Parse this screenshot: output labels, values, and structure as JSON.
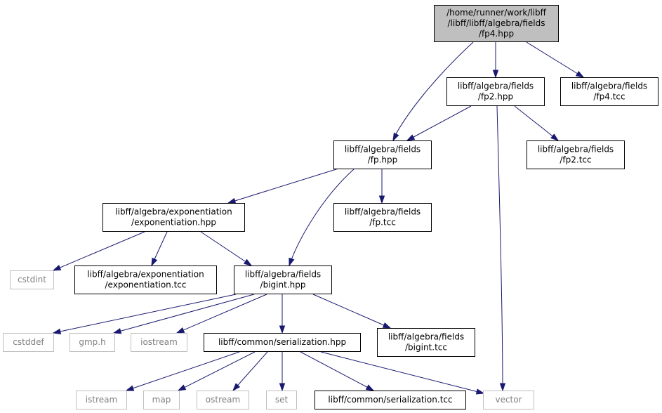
{
  "graph": {
    "nodes": [
      {
        "id": "fp4_hpp",
        "lines": [
          "/home/runner/work/libff",
          "/libff/libff/algebra/fields",
          "/fp4.hpp"
        ],
        "kind": "root"
      },
      {
        "id": "fp2_hpp",
        "lines": [
          "libff/algebra/fields",
          "/fp2.hpp"
        ],
        "kind": "file"
      },
      {
        "id": "fp4_tcc",
        "lines": [
          "libff/algebra/fields",
          "/fp4.tcc"
        ],
        "kind": "file"
      },
      {
        "id": "fp_hpp",
        "lines": [
          "libff/algebra/fields",
          "/fp.hpp"
        ],
        "kind": "file"
      },
      {
        "id": "fp2_tcc",
        "lines": [
          "libff/algebra/fields",
          "/fp2.tcc"
        ],
        "kind": "file"
      },
      {
        "id": "exp_hpp",
        "lines": [
          "libff/algebra/exponentiation",
          "/exponentiation.hpp"
        ],
        "kind": "file"
      },
      {
        "id": "fp_tcc",
        "lines": [
          "libff/algebra/fields",
          "/fp.tcc"
        ],
        "kind": "file"
      },
      {
        "id": "cstdint",
        "lines": [
          "cstdint"
        ],
        "kind": "sys"
      },
      {
        "id": "exp_tcc",
        "lines": [
          "libff/algebra/exponentiation",
          "/exponentiation.tcc"
        ],
        "kind": "file"
      },
      {
        "id": "bigint_hpp",
        "lines": [
          "libff/algebra/fields",
          "/bigint.hpp"
        ],
        "kind": "file"
      },
      {
        "id": "cstddef",
        "lines": [
          "cstddef"
        ],
        "kind": "sys"
      },
      {
        "id": "gmp_h",
        "lines": [
          "gmp.h"
        ],
        "kind": "sys"
      },
      {
        "id": "iostream",
        "lines": [
          "iostream"
        ],
        "kind": "sys"
      },
      {
        "id": "ser_hpp",
        "lines": [
          "libff/common/serialization.hpp"
        ],
        "kind": "file"
      },
      {
        "id": "bigint_tcc",
        "lines": [
          "libff/algebra/fields",
          "/bigint.tcc"
        ],
        "kind": "file"
      },
      {
        "id": "istream",
        "lines": [
          "istream"
        ],
        "kind": "sys"
      },
      {
        "id": "map",
        "lines": [
          "map"
        ],
        "kind": "sys"
      },
      {
        "id": "ostream",
        "lines": [
          "ostream"
        ],
        "kind": "sys"
      },
      {
        "id": "set",
        "lines": [
          "set"
        ],
        "kind": "sys"
      },
      {
        "id": "ser_tcc",
        "lines": [
          "libff/common/serialization.tcc"
        ],
        "kind": "file"
      },
      {
        "id": "vector",
        "lines": [
          "vector"
        ],
        "kind": "sys"
      }
    ],
    "edges": [
      {
        "from": "fp4_hpp",
        "to": "fp_hpp"
      },
      {
        "from": "fp4_hpp",
        "to": "fp2_hpp"
      },
      {
        "from": "fp4_hpp",
        "to": "fp4_tcc"
      },
      {
        "from": "fp2_hpp",
        "to": "fp_hpp"
      },
      {
        "from": "fp2_hpp",
        "to": "fp2_tcc"
      },
      {
        "from": "fp2_hpp",
        "to": "vector"
      },
      {
        "from": "fp_hpp",
        "to": "exp_hpp"
      },
      {
        "from": "fp_hpp",
        "to": "fp_tcc"
      },
      {
        "from": "fp_hpp",
        "to": "bigint_hpp"
      },
      {
        "from": "exp_hpp",
        "to": "cstdint"
      },
      {
        "from": "exp_hpp",
        "to": "exp_tcc"
      },
      {
        "from": "exp_hpp",
        "to": "bigint_hpp"
      },
      {
        "from": "bigint_hpp",
        "to": "cstddef"
      },
      {
        "from": "bigint_hpp",
        "to": "gmp_h"
      },
      {
        "from": "bigint_hpp",
        "to": "iostream"
      },
      {
        "from": "bigint_hpp",
        "to": "ser_hpp"
      },
      {
        "from": "bigint_hpp",
        "to": "bigint_tcc"
      },
      {
        "from": "ser_hpp",
        "to": "istream"
      },
      {
        "from": "ser_hpp",
        "to": "map"
      },
      {
        "from": "ser_hpp",
        "to": "ostream"
      },
      {
        "from": "ser_hpp",
        "to": "set"
      },
      {
        "from": "ser_hpp",
        "to": "ser_tcc"
      },
      {
        "from": "ser_hpp",
        "to": "vector"
      }
    ]
  }
}
